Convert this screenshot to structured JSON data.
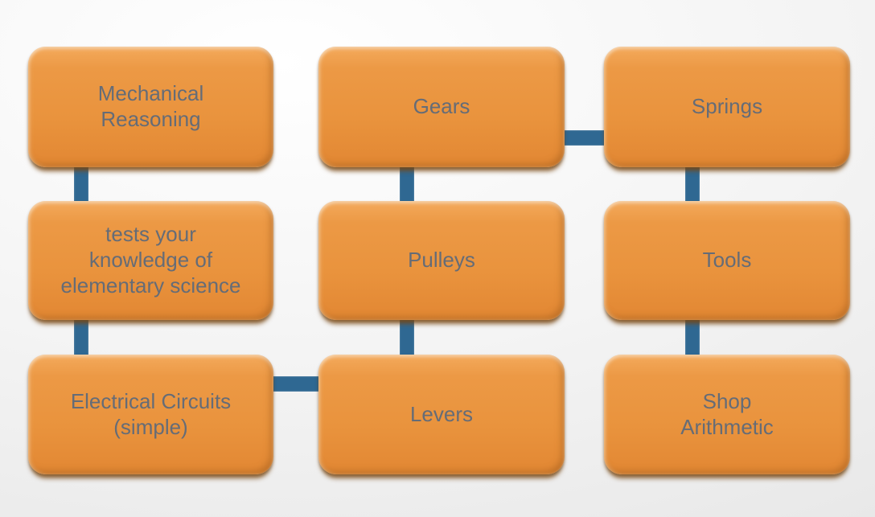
{
  "diagram": {
    "nodes": [
      {
        "id": "mechanical-reasoning",
        "label": "Mechanical\nReasoning"
      },
      {
        "id": "gears",
        "label": "Gears"
      },
      {
        "id": "springs",
        "label": "Springs"
      },
      {
        "id": "tests-description",
        "label": "tests your\nknowledge of\nelementary science"
      },
      {
        "id": "pulleys",
        "label": "Pulleys"
      },
      {
        "id": "tools",
        "label": "Tools"
      },
      {
        "id": "electrical-circuits",
        "label": "Electrical Circuits\n(simple)"
      },
      {
        "id": "levers",
        "label": "Levers"
      },
      {
        "id": "shop-arithmetic",
        "label": "Shop\nArithmetic"
      }
    ],
    "connections": [
      {
        "from": "mechanical-reasoning",
        "to": "tests-description",
        "orientation": "vertical"
      },
      {
        "from": "tests-description",
        "to": "electrical-circuits",
        "orientation": "vertical"
      },
      {
        "from": "electrical-circuits",
        "to": "levers",
        "orientation": "horizontal"
      },
      {
        "from": "levers",
        "to": "pulleys",
        "orientation": "vertical"
      },
      {
        "from": "pulleys",
        "to": "gears",
        "orientation": "vertical"
      },
      {
        "from": "gears",
        "to": "springs",
        "orientation": "horizontal"
      },
      {
        "from": "springs",
        "to": "tools",
        "orientation": "vertical"
      },
      {
        "from": "tools",
        "to": "shop-arithmetic",
        "orientation": "vertical"
      }
    ],
    "colors": {
      "node_fill": "#e9933d",
      "node_fill_top": "#f4aa5c",
      "node_fill_bottom": "#e28733",
      "connector": "#2f6892",
      "text": "#656c77",
      "bg_light": "#ffffff",
      "bg_dark": "#e4e4e4"
    }
  }
}
